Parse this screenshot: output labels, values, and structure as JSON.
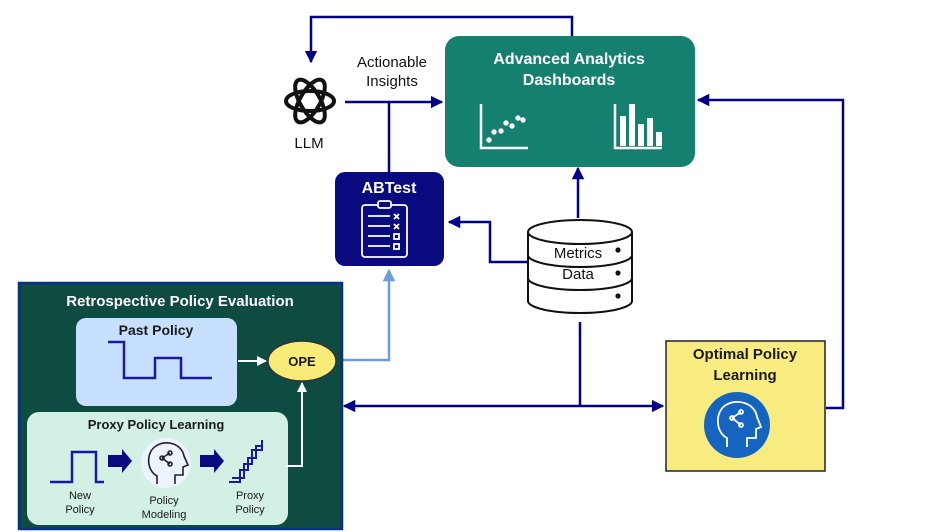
{
  "llm": {
    "icon": "openai-logo-icon",
    "label": "LLM",
    "insights_label": [
      "Actionable",
      "Insights"
    ]
  },
  "dashboards": {
    "title": [
      "Advanced Analytics",
      "Dashboards"
    ],
    "icons": [
      "scatter-plot-icon",
      "bar-chart-icon"
    ]
  },
  "abtest": {
    "title": "ABTest",
    "icon": "clipboard-checklist-icon"
  },
  "database": {
    "labels": [
      "Metrics",
      "Data"
    ],
    "icon": "database-cylinder-icon"
  },
  "retro": {
    "title": "Retrospective Policy Evaluation",
    "past_policy": "Past Policy",
    "ope": "OPE",
    "proxy_title": "Proxy Policy Learning",
    "new_policy": [
      "New",
      "Policy"
    ],
    "policy_modeling": [
      "Policy",
      "Modeling"
    ],
    "proxy_policy": [
      "Proxy",
      "Policy"
    ]
  },
  "optimal": {
    "title": [
      "Optimal Policy",
      "Learning"
    ],
    "icon": "brain-head-icon"
  },
  "colors": {
    "arrow": "#00008b",
    "arrow_light": "#6a9ee0",
    "dashboard_fill": "#168070",
    "abtest_fill": "#0a0a80",
    "retro_fill": "#0e4b41",
    "past_policy_fill": "#c8e0ff",
    "proxy_fill": "#d2f0e4",
    "ope_fill": "#f8ec78",
    "optimal_fill": "#f8ec80",
    "brain_fill": "#1565c0"
  }
}
